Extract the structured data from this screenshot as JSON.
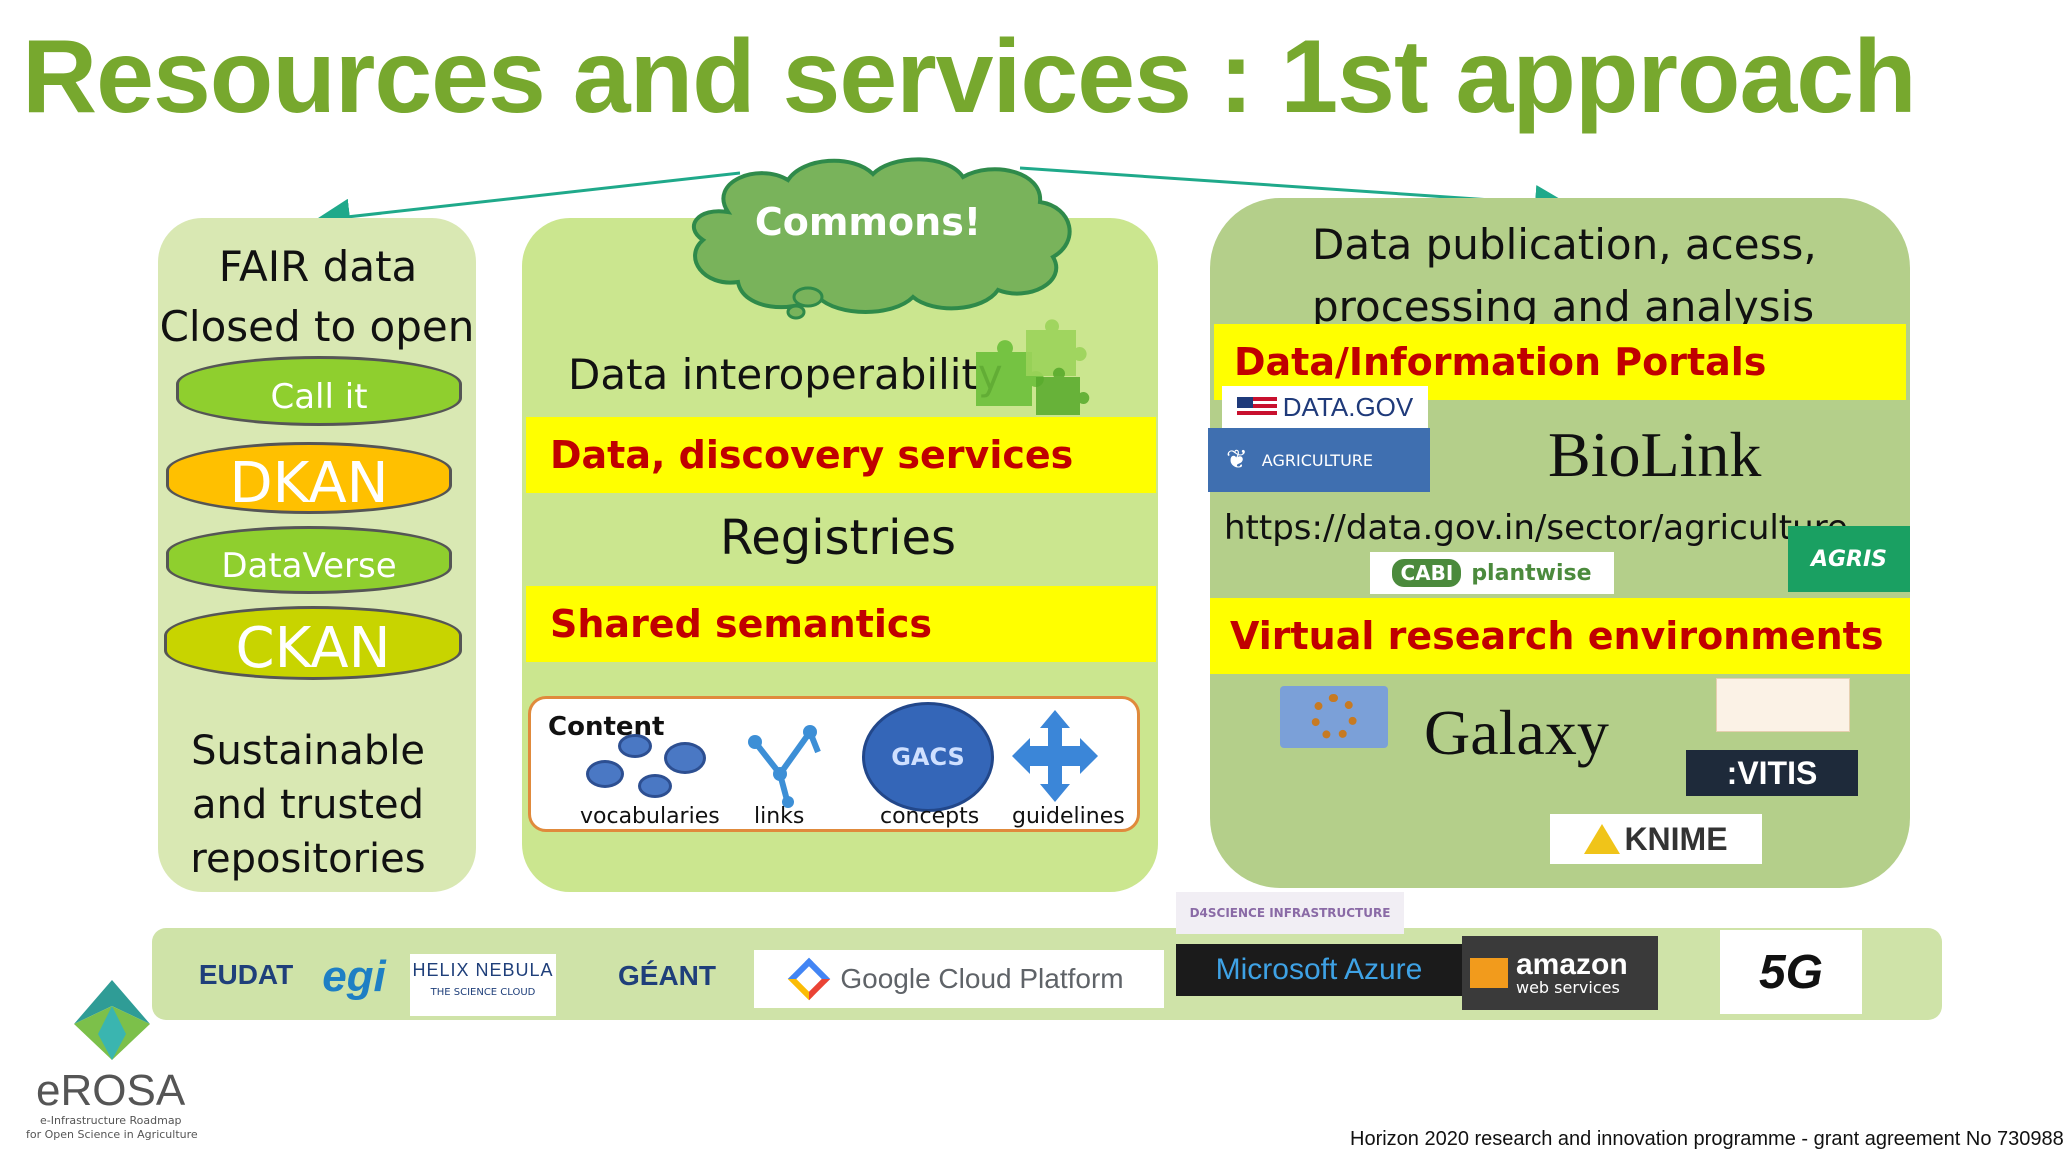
{
  "title": "Resources and services : 1st approach",
  "cloud": {
    "label": "Commons!"
  },
  "left_panel": {
    "heading_line1": "FAIR data",
    "heading_line2": "Closed to open",
    "cylinders": [
      "Call it",
      "DKAN",
      "DataVerse",
      "CKAN"
    ],
    "footer_line1": "Sustainable",
    "footer_line2": "and trusted",
    "footer_line3": "repositories"
  },
  "mid_panel": {
    "heading": "Data interoperability",
    "band1": "Data, discovery services",
    "registries": "Registries",
    "band2": "Shared semantics",
    "content_box": {
      "title": "Content",
      "items": [
        "vocabularies",
        "links",
        "concepts",
        "guidelines"
      ],
      "gacs": "GACS"
    }
  },
  "right_panel": {
    "heading_line1": "Data publication,  acess,",
    "heading_line2": "processing and analysis",
    "band1": "Data/Information Portals",
    "datagov": "DATA.GOV",
    "agriculture": "AGRICULTURE",
    "biolink": "BioLink",
    "url": "https://data.gov.in/sector/agriculture",
    "cabi": "CABI",
    "plantwise": "plantwise",
    "agris": "AGRIS",
    "band2": "Virtual research environments",
    "galaxy": "Galaxy",
    "vitis": ":VITIS",
    "knime": "KNIME"
  },
  "bottom_logos": {
    "eudat": "EUDAT",
    "egi": "egi",
    "helix": "HELIX NEBULA",
    "helix_sub": "THE SCIENCE CLOUD",
    "geant": "GÉANT",
    "google": "Google Cloud Platform",
    "d4science": "D4SCIENCE INFRASTRUCTURE",
    "azure": "Microsoft Azure",
    "amazon": "amazon",
    "amazon_sub": "web services",
    "fiveg": "5G"
  },
  "erosa": {
    "name": "eROSA",
    "tagline1": "e-Infrastructure Roadmap",
    "tagline2": "for Open Science in Agriculture"
  },
  "footer": "Horizon 2020 research and innovation programme - grant agreement No 730988",
  "colors": {
    "title": "#77a82e",
    "band": "#ffff00",
    "band_text": "#c00000",
    "arrow": "#1fa98a"
  }
}
